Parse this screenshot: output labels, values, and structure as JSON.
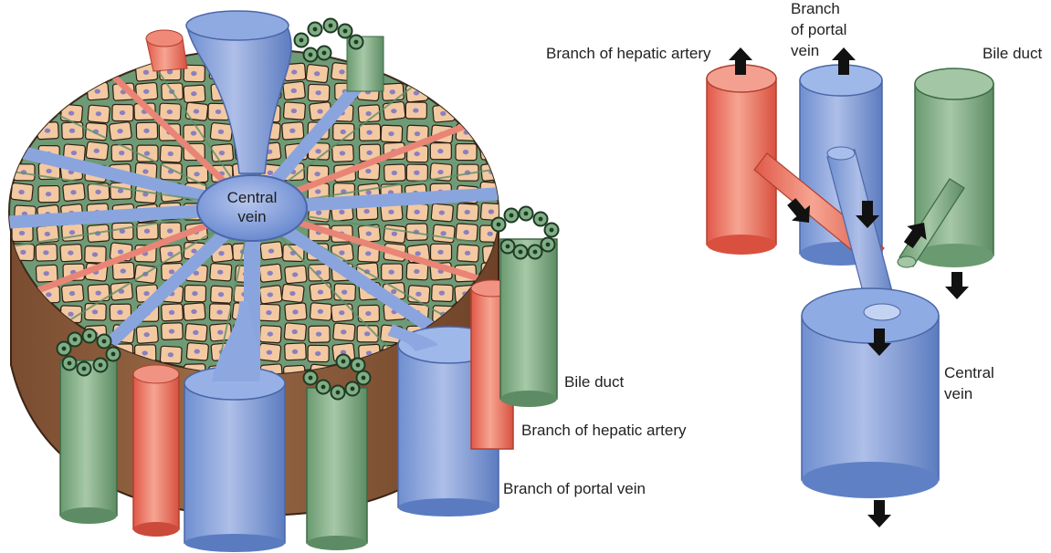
{
  "lobule": {
    "center_label_1": "Central",
    "center_label_2": "vein",
    "bile_duct": "Bile duct",
    "hepatic_artery": "Branch of hepatic artery",
    "portal_vein": "Branch of portal vein"
  },
  "flow": {
    "hepatic_artery": "Branch of hepatic artery",
    "portal_vein_1": "Branch",
    "portal_vein_2": "of portal",
    "portal_vein_3": "vein",
    "bile_duct": "Bile duct",
    "central_vein_1": "Central",
    "central_vein_2": "vein"
  },
  "colors": {
    "hepatocyte": "#f2c9a0",
    "sinusoid": "#5f8f68",
    "vein_blue": "#7d9ed6",
    "artery_red": "#e96a5a",
    "duct_green": "#7faa82",
    "lobule_side": "#8a5a3a"
  }
}
